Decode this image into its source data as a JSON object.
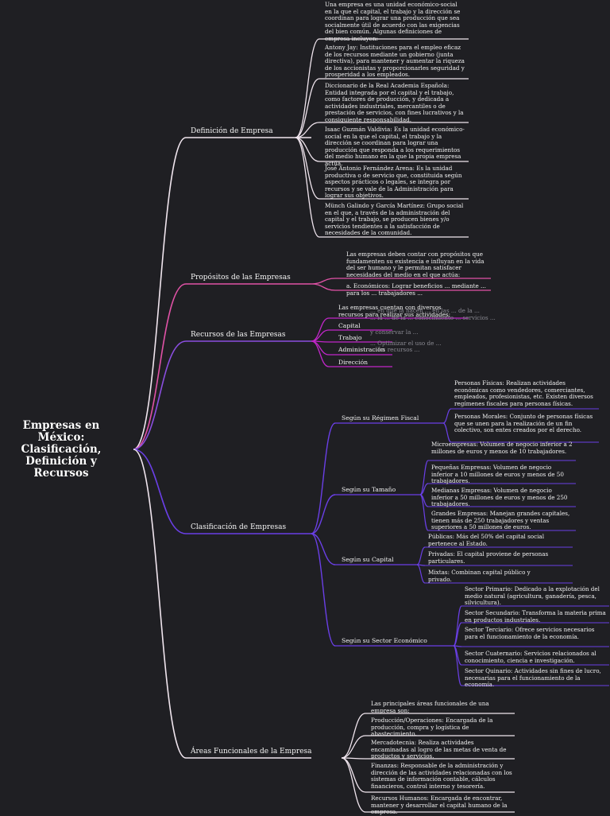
{
  "root": "Empresas en México: Clasificación, Definición y Recursos",
  "colors": {
    "background": "#1f1f23",
    "definicion": "#f1e6ef",
    "propositos": "#e052a6",
    "recursos": "#8b4ee0",
    "clasificacion": "#6a3fe6",
    "areas": "#f1e6ef",
    "recurso_items": "#c026c8",
    "text": "#f2f2f2"
  },
  "branches": {
    "definicion": {
      "label": "Definición de Empresa",
      "items": [
        "Una empresa es una unidad económico-social en la que el capital, el trabajo y la dirección se coordinan para lograr una producción que sea socialmente útil de acuerdo con las exigencias del bien común. Algunas definiciones de empresa incluyen:",
        "Antony Jay: Instituciones para el empleo eficaz de los recursos mediante un gobierno (junta directiva), para mantener y aumentar la riqueza de los accionistas y proporcionarles seguridad y prosperidad a los empleados.",
        "Diccionario de la Real Academia Española: Entidad integrada por el capital y el trabajo, como factores de producción, y dedicada a actividades industriales, mercantiles o de prestación de servicios, con fines lucrativos y la consiguiente responsabilidad.",
        "Isaac Guzmán Valdivia: Es la unidad económico-social en la que el capital, el trabajo y la dirección se coordinan para lograr una producción que responda a los requerimientos del medio humano en la que la propia empresa actúa.",
        "José Antonio Fernández Arena: Es la unidad productiva o de servicio que, constituida según aspectos prácticos o legales, se integra por recursos y se vale de la Administración para lograr sus objetivos.",
        "Münch Galindo y García Martínez: Grupo social en el que, a través de la administración del capital y el trabajo, se producen bienes y/o servicios tendientes a la satisfacción de necesidades de la comunidad."
      ]
    },
    "propositos": {
      "label": "Propósitos de las Empresas",
      "items": [
        "Las empresas deben contar con propósitos que fundamenten su existencia e influyan en la vida del ser humano y le permitan satisfacer necesidades del medio en el que actúa:",
        "a. Económicos: Lograr beneficios ... mediante ... para los ... trabajadores ..."
      ]
    },
    "recursos": {
      "label": "Recursos de las Empresas",
      "intro": "Las empresas cuentan con diversos recursos para realizar sus actividades:",
      "items": [
        "Capital",
        "Trabajo",
        "Administración",
        "Dirección"
      ],
      "overlay": [
        "... en que la hacen ... en las ... de la ...",
        "... la ... de la ... conocimiento ... servicios ...",
        "y conservar la ...",
        "... Optimizar el uso de ...",
        "... los recursos ..."
      ]
    },
    "clasificacion": {
      "label": "Clasificación de Empresas",
      "groups": [
        {
          "label": "Según su Régimen Fiscal",
          "items": [
            "Personas Físicas: Realizan actividades económicas como vendedores, comerciantes, empleados, profesionistas, etc. Existen diversos regímenes fiscales para personas físicas.",
            "Personas Morales: Conjunto de personas físicas que se unen para la realización de un fin colectivo, son entes creados por el derecho."
          ]
        },
        {
          "label": "Según su Tamaño",
          "items": [
            "Microempresas: Volumen de negocio inferior a 2 millones de euros y menos de 10 trabajadores.",
            "Pequeñas Empresas: Volumen de negocio inferior a 10 millones de euros y menos de 50 trabajadores.",
            "Medianas Empresas: Volumen de negocio inferior a 50 millones de euros y menos de 250 trabajadores.",
            "Grandes Empresas: Manejan grandes capitales, tienen más de 250 trabajadores y ventas superiores a 50 millones de euros."
          ]
        },
        {
          "label": "Según su Capital",
          "items": [
            "Públicas: Más del 50% del capital social pertenece al Estado.",
            "Privadas: El capital proviene de personas particulares.",
            "Mixtas: Combinan capital público y privado."
          ]
        },
        {
          "label": "Según su Sector Económico",
          "items": [
            "Sector Primario: Dedicado a la explotación del medio natural (agricultura, ganadería, pesca, silvicultura).",
            "Sector Secundario: Transforma la materia prima en productos industriales.",
            "Sector Terciario: Ofrece servicios necesarios para el funcionamiento de la economía.",
            "Sector Cuaternario: Servicios relacionados al conocimiento, ciencia e investigación.",
            "Sector Quinario: Actividades sin fines de lucro, necesarias para el funcionamiento de la economía."
          ]
        }
      ]
    },
    "areas": {
      "label": "Áreas Funcionales de la Empresa",
      "items": [
        "Las principales áreas funcionales de una empresa son:",
        "Producción/Operaciones: Encargada de la producción, compra y logística de abastecimiento.",
        "Mercadotecnia: Realiza actividades encaminadas al logro de las metas de venta de productos y servicios.",
        "Finanzas: Responsable de la administración y dirección de las actividades relacionadas con los sistemas de información contable, cálculos financieros, control interno y tesorería.",
        "Recursos Humanos: Encargada de encontrar, mantener y desarrollar el capital humano de la empresa."
      ]
    }
  }
}
